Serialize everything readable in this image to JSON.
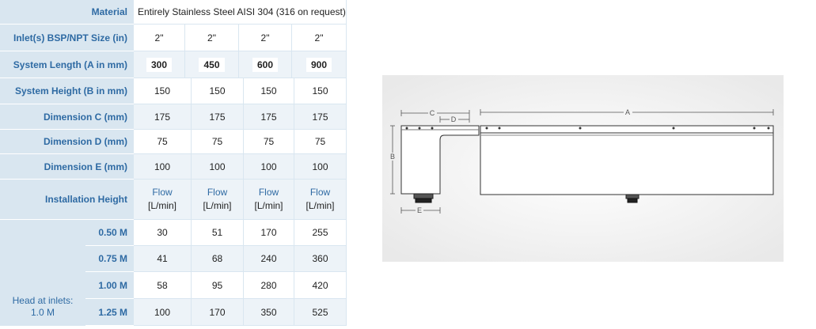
{
  "rows": {
    "material": {
      "label": "Material",
      "value": "Entirely Stainless Steel AISI 304 (316 on request)"
    },
    "inlet": {
      "label": "Inlet(s) BSP/NPT Size (in)",
      "values": [
        "2\"",
        "2\"",
        "2\"",
        "2\""
      ]
    },
    "length": {
      "label": "System Length (A in mm)",
      "values": [
        "300",
        "450",
        "600",
        "900"
      ]
    },
    "height": {
      "label": "System Height (B in mm)",
      "values": [
        "150",
        "150",
        "150",
        "150"
      ]
    },
    "dimC": {
      "label": "Dimension C (mm)",
      "values": [
        "175",
        "175",
        "175",
        "175"
      ]
    },
    "dimD": {
      "label": "Dimension D (mm)",
      "values": [
        "75",
        "75",
        "75",
        "75"
      ]
    },
    "dimE": {
      "label": "Dimension E (mm)",
      "values": [
        "100",
        "100",
        "100",
        "100"
      ]
    },
    "install": {
      "label": "Installation Height",
      "flow": "Flow",
      "unit": "[L/min]"
    }
  },
  "flow_rows": [
    {
      "label": "0.50 M",
      "values": [
        "30",
        "51",
        "170",
        "255"
      ]
    },
    {
      "label": "0.75 M",
      "values": [
        "41",
        "68",
        "240",
        "360"
      ]
    },
    {
      "label": "1.00 M",
      "values": [
        "58",
        "95",
        "280",
        "420"
      ]
    },
    {
      "label": "1.25 M",
      "values": [
        "100",
        "170",
        "350",
        "525"
      ]
    }
  ],
  "head_label": {
    "line1": "Head at inlets:",
    "line2": "1.0 M"
  },
  "diagram": {
    "labels": {
      "a": "A",
      "b": "B",
      "c": "C",
      "d": "D",
      "e": "E"
    }
  }
}
